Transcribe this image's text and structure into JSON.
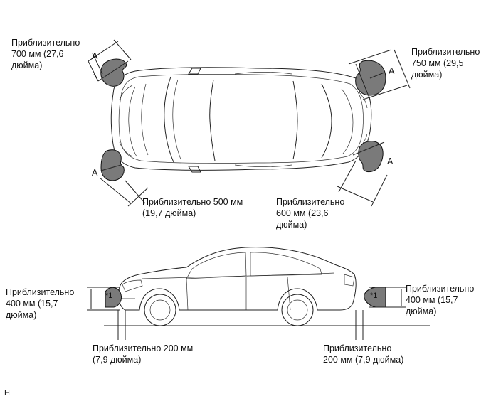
{
  "labels": {
    "front_left": "Приблизительно\n700 мм (27,6\nдюйма)",
    "rear_left": "Приблизительно\n750 мм (29,5\nдюйма)",
    "front_right": "Приблизительно 500 мм\n(19,7 дюйма)",
    "rear_right": "Приблизительно\n600 мм (23,6\nдюйма)",
    "front_height": "Приблизительно\n400 мм (15,7\nдюйма)",
    "rear_height": "Приблизительно\n400 мм (15,7\nдюйма)",
    "front_offset": "Приблизительно 200 мм\n(7,9 дюйма)",
    "rear_offset": "Приблизительно\n200 мм (7,9 дюйма)"
  },
  "markers": {
    "a": "A",
    "star_one": "*1"
  },
  "footer": {
    "code": "H"
  }
}
